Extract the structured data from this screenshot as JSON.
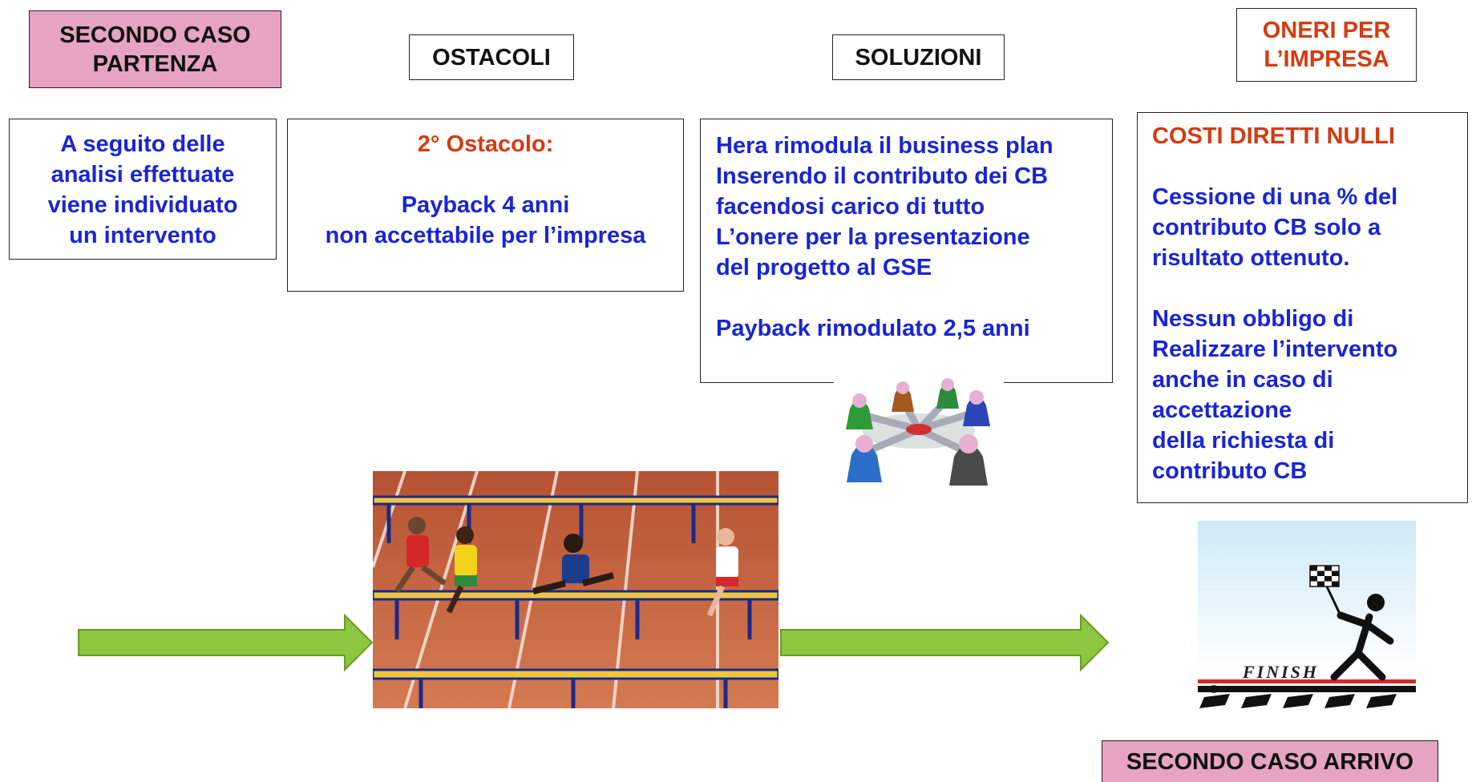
{
  "headers": {
    "start": [
      "SECONDO CASO",
      "PARTENZA"
    ],
    "obstacles": "OSTACOLI",
    "solutions": "SOLUZIONI",
    "costs": [
      "ONERI PER",
      "L’IMPRESA"
    ],
    "end": "SECONDO CASO ARRIVO"
  },
  "start_box": [
    "A seguito delle",
    "analisi effettuate",
    "viene individuato",
    "un intervento"
  ],
  "obstacle_box": {
    "title": "2° Ostacolo:",
    "lines": [
      "Payback  4 anni",
      "non accettabile per l’impresa"
    ]
  },
  "solution_box": {
    "lines": [
      "Hera rimodula il business plan",
      "Inserendo il contributo dei CB",
      "facendosi carico di tutto",
      "L’onere per la presentazione",
      "del progetto al GSE"
    ],
    "payback": "Payback rimodulato 2,5 anni"
  },
  "costs_box": {
    "title": "COSTI DIRETTI NULLI",
    "para1": [
      "Cessione di una % del",
      "contributo CB solo a",
      "risultato ottenuto."
    ],
    "para2": [
      "Nessun obbligo di",
      "Realizzare l’intervento",
      "anche in caso di",
      "accettazione",
      "della richiesta di",
      "contributo CB"
    ]
  },
  "finish_image": {
    "sign": "FINISH"
  },
  "colors": {
    "arrow": "#8dc63f",
    "pink": "#e6a3c4",
    "text_blue": "#1a24d6",
    "text_orange": "#d63a0f"
  },
  "icons": [
    "hurdles-photo",
    "network-people-icon",
    "finish-line-icon",
    "green-arrow"
  ]
}
